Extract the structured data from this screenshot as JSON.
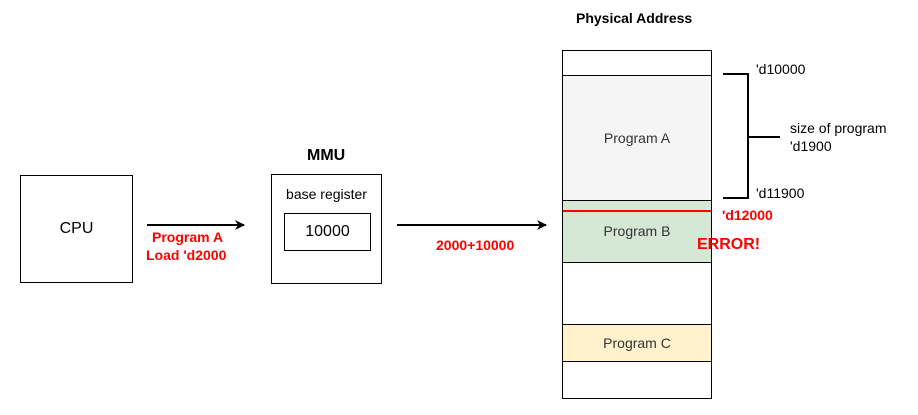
{
  "colors": {
    "error": "#ff0000",
    "program_a_fill": "#f5f5f5",
    "program_b_fill": "#d5e8d4",
    "program_c_fill": "#fff2cc",
    "line": "#000000"
  },
  "cpu": {
    "label": "CPU"
  },
  "request": {
    "line1": "Program A",
    "line2": "Load 'd2000"
  },
  "mmu": {
    "title": "MMU",
    "register_label": "base register",
    "register_value": "10000"
  },
  "computation": {
    "label": "2000+10000"
  },
  "memory": {
    "title": "Physical Address",
    "program_a": "Program A",
    "program_b": "Program B",
    "program_c": "Program C"
  },
  "annotations": {
    "start_address": "'d10000",
    "end_address": "'d11900",
    "size_line1": "size of program",
    "size_line2": "'d1900",
    "access_address": "'d12000",
    "error": "ERROR!"
  }
}
